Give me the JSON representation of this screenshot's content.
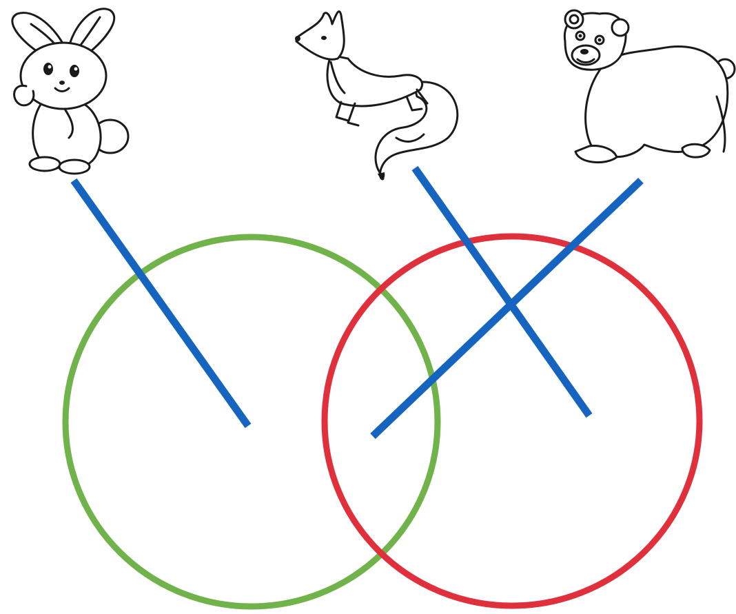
{
  "colors": {
    "green_circle": "#6fb34a",
    "red_circle": "#e0303c",
    "connector_line": "#1565c0",
    "outline": "#1a1a1a",
    "background": "#ffffff"
  },
  "animals": [
    {
      "id": "hare",
      "icon": "hare-icon"
    },
    {
      "id": "fox",
      "icon": "fox-icon"
    },
    {
      "id": "bear",
      "icon": "bear-icon"
    }
  ],
  "circles": [
    {
      "id": "green",
      "color": "green"
    },
    {
      "id": "red",
      "color": "red"
    }
  ],
  "connections": [
    {
      "from": "hare",
      "to": "green"
    },
    {
      "from": "fox",
      "to": "red"
    },
    {
      "from": "bear",
      "to": "green-red-overlap"
    }
  ]
}
